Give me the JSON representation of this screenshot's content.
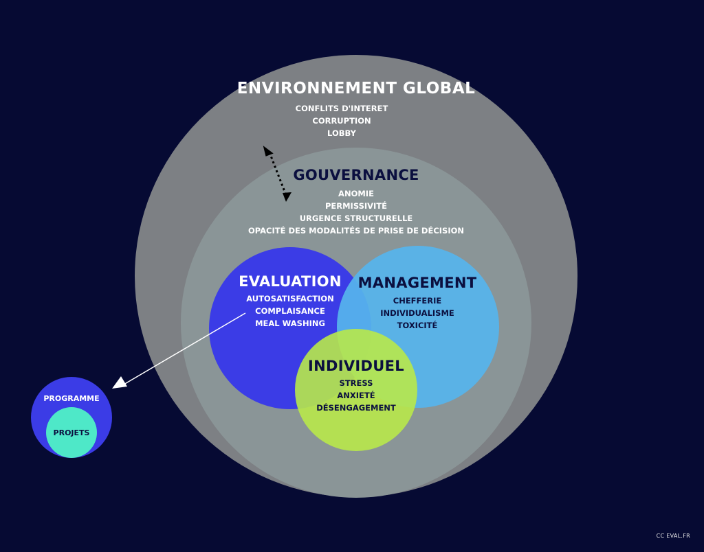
{
  "environnement": {
    "title": "ENVIRONNEMENT GLOBAL",
    "items": [
      "CONFLITS D'INTERET",
      "CORRUPTION",
      "LOBBY"
    ]
  },
  "gouvernance": {
    "title": "GOUVERNANCE",
    "items": [
      "ANOMIE",
      "PERMISSIVITÉ",
      "URGENCE STRUCTURELLE",
      "OPACITÉ DES MODALITÉS DE PRISE DE DÉCISION"
    ]
  },
  "evaluation": {
    "title": "EVALUATION",
    "items": [
      "AUTOSATISFACTION",
      "COMPLAISANCE",
      "MEAL WASHING"
    ]
  },
  "management": {
    "title": "MANAGEMENT",
    "items": [
      "CHEFFERIE",
      "INDIVIDUALISME",
      "TOXICITÉ"
    ]
  },
  "individuel": {
    "title": "INDIVIDUEL",
    "items": [
      "STRESS",
      "ANXIETÉ",
      "DÉSENGAGEMENT"
    ]
  },
  "programme": {
    "title": "PROGRAMME",
    "inner": "PROJETS"
  },
  "credit": "CC EVAL.FR",
  "colors": {
    "background": "#060a33",
    "environnement": "#7d8084",
    "gouvernance": "#8a9597",
    "evaluation": "#3b3ce6",
    "management": "#56b4ec",
    "individuel": "#b8e84a",
    "programme": "#3b3ce6",
    "projets": "#4ee8c8"
  }
}
